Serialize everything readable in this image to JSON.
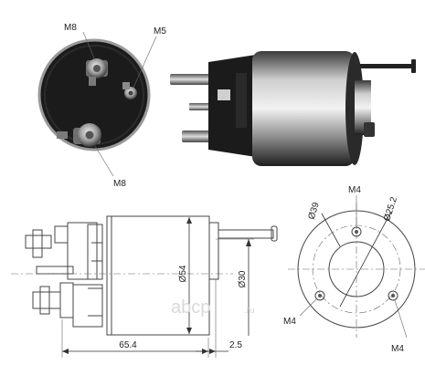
{
  "labels": {
    "photo_end_top": "M8",
    "photo_end_right": "M5",
    "photo_end_bottom": "M8",
    "side_diameter_body": "Ø54",
    "side_diameter_plunger": "Ø30",
    "side_length": "65.4",
    "side_offset": "2.5",
    "front_top_hole": "M4",
    "front_bolt_circle": "Ø39",
    "front_bore": "Ø25.2",
    "front_left_hole": "M4",
    "front_right_hole": "M4"
  },
  "watermark": {
    "brand": "abcp",
    "suffix": ".ru"
  },
  "colors": {
    "body_dark": "#1b1b1b",
    "metal": "#9a9a9a",
    "line": "#444444"
  }
}
